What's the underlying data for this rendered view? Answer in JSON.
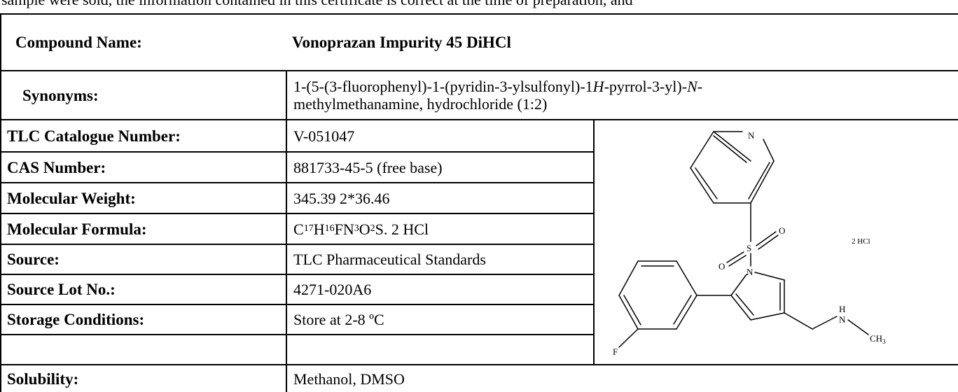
{
  "top_cut_text": "sample were sold, the information contained in this certificate is correct at the time of preparation, and",
  "compound": {
    "label": "Compound Name:",
    "value": "Vonoprazan Impurity 45 DiHCl"
  },
  "synonyms": {
    "label": "Synonyms:",
    "line1_a": "1-(5-(3-fluorophenyl)-1-(pyridin-3-ylsulfonyl)-1",
    "line1_h": "H",
    "line1_b": "-pyrrol-3-yl)-",
    "line1_n": "N",
    "line1_c": "-",
    "line2": "methylmethanamine, hydrochloride (1:2)"
  },
  "rows": [
    {
      "label": "TLC Catalogue Number:",
      "value": "V-051047"
    },
    {
      "label": "CAS Number:",
      "value": "881733-45-5 (free base)"
    },
    {
      "label": "Molecular Weight:",
      "value": "345.39 2*36.46"
    },
    {
      "label": "Molecular Formula:"
    },
    {
      "label": "Source:",
      "value": "TLC Pharmaceutical Standards"
    },
    {
      "label": "Source Lot No.:",
      "value": "4271-020A6"
    },
    {
      "label": "Storage Conditions:",
      "value": "Store at 2-8 ºC"
    }
  ],
  "formula": {
    "c": "C",
    "c_n": "17",
    "h": "H",
    "h_n": "16",
    "fn": "FN",
    "n_n": "3",
    "o": "O",
    "o_n": "2",
    "rest": "S. 2 HCl"
  },
  "solubility": {
    "label": "Solubility:",
    "value": "Methanol, DMSO"
  },
  "structure": {
    "atom_n_pyridine": "N",
    "atom_s": "S",
    "atom_o1": "O",
    "atom_o2": "O",
    "atom_n_pyrrole": "N",
    "atom_f": "F",
    "atom_h": "H",
    "atom_n_amine": "N",
    "atom_ch3": "CH",
    "atom_ch3_sub": "3",
    "salt_label": "2 HCl"
  }
}
